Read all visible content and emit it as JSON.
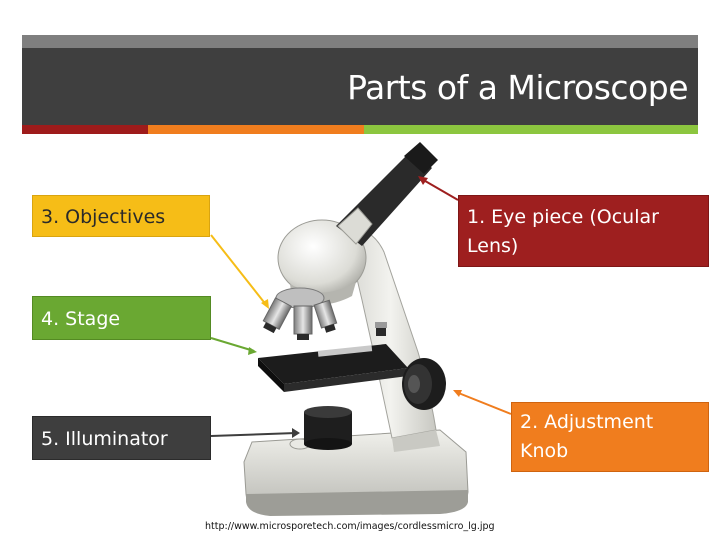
{
  "title": "Parts of a Microscope",
  "labels": {
    "eyepiece": "1.  Eye piece (Ocular Lens)",
    "knob": "2.  Adjustment Knob",
    "objectives": "3.  Objectives",
    "stage": "4.  Stage",
    "illuminator": "5. Illuminator"
  },
  "credit": "http://www.microsporetech.com/images/cordlessmicro_lg.jpg",
  "colors": {
    "dark": "#3f3f3f",
    "red": "#9e1f1f",
    "orange": "#f07d1e",
    "green": "#6aa832",
    "gold": "#f6bd17"
  }
}
